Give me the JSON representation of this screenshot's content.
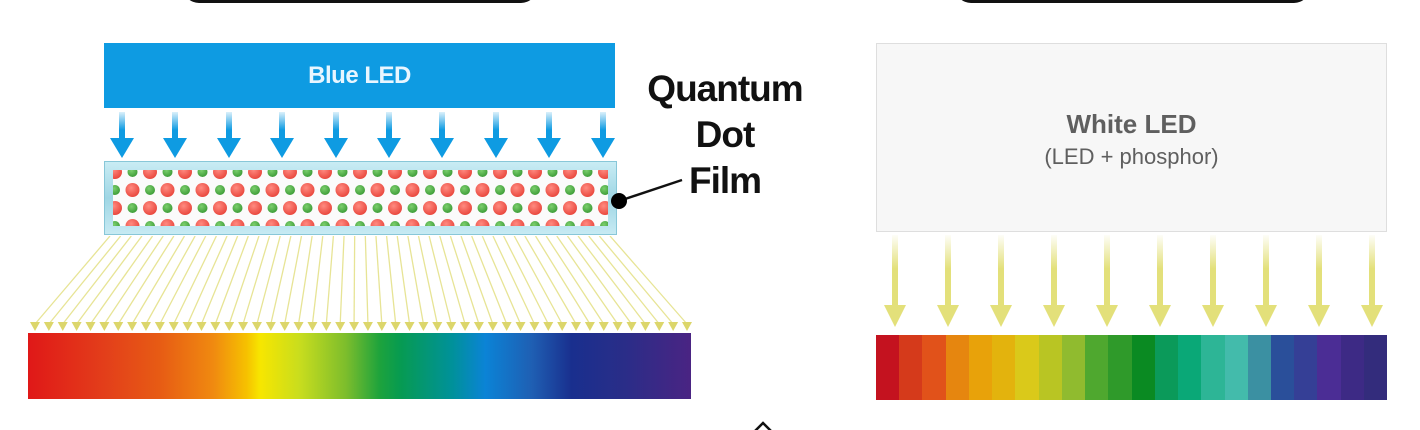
{
  "left_panel": {
    "light_source_label": "Blue LED",
    "film_label_lines": [
      "Quantum",
      "Dot",
      "Film"
    ],
    "arrow_count": 10,
    "accent_blue": "#0e9be2",
    "dot_colors": {
      "red": "#e8443a",
      "green": "#3a9a35"
    },
    "spectrum_type": "continuous"
  },
  "right_panel": {
    "light_source_label": "White LED",
    "light_source_sublabel": "(LED + phosphor)",
    "arrow_count": 10,
    "arrow_color": "#e3e07a",
    "spectrum_type": "discrete",
    "spectrum_bands": [
      "#c4121f",
      "#d53a1b",
      "#e1521a",
      "#e6860f",
      "#e8a20a",
      "#e3b30d",
      "#dac91a",
      "#b9c523",
      "#90bb2f",
      "#4fa82f",
      "#2f9a2a",
      "#0a8a22",
      "#0b9a5a",
      "#0aa877",
      "#2db596",
      "#43bbab",
      "#3b90a2",
      "#2a4f9a",
      "#353f96",
      "#4b2d95",
      "#3d2a85",
      "#332c7c"
    ]
  },
  "icons": {
    "bottom": "caret-up-icon"
  }
}
